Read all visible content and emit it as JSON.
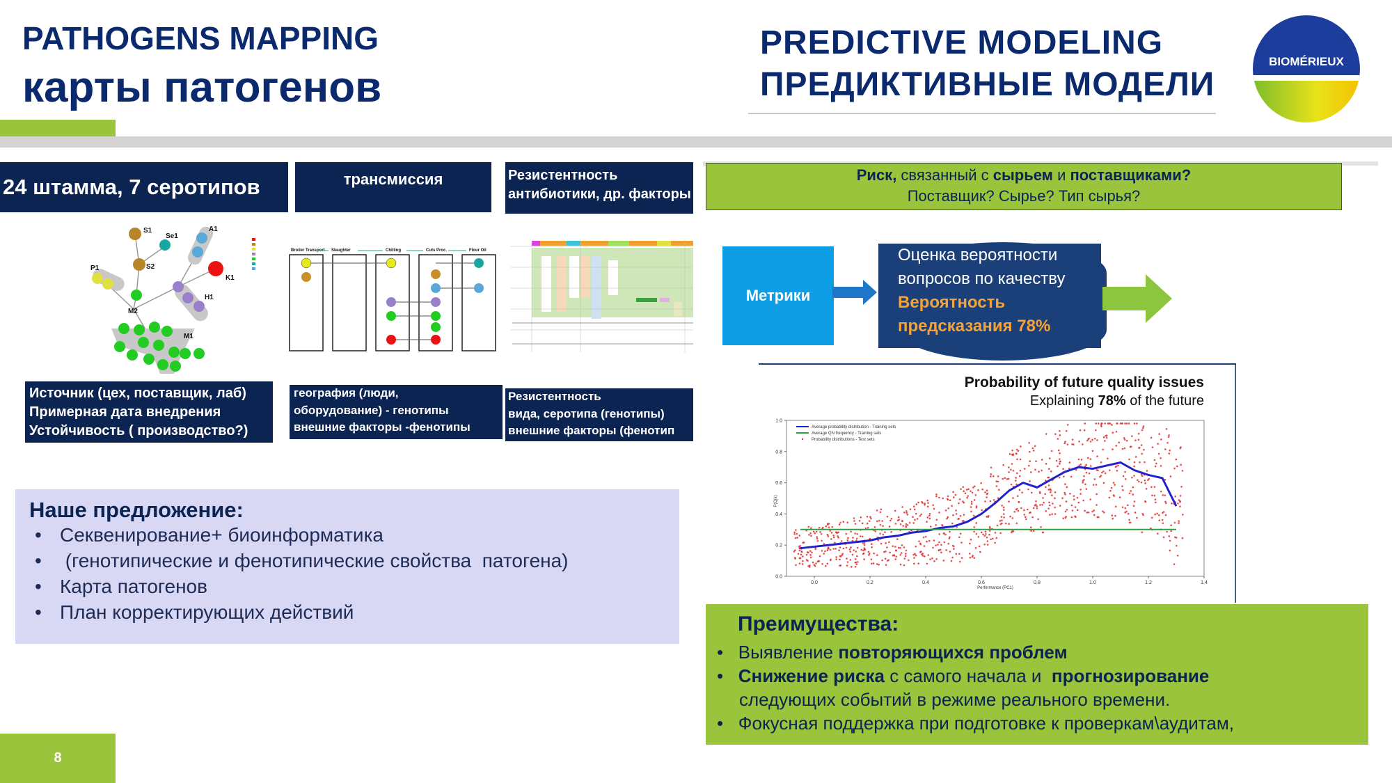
{
  "header": {
    "left_line1": "PATHOGENS MAPPING",
    "left_line2": "карты патогенов",
    "right_line1": "PREDICTIVE MODELING",
    "right_line2": "ПРЕДИКТИВНЫЕ МОДЕЛИ",
    "logo_text": "BIOMÉRIEUX"
  },
  "colors": {
    "navy": "#0b2452",
    "green": "#9ac43c",
    "blue": "#0b2a6e",
    "cyan": "#0d9ee6",
    "lavender": "#d9d8f4"
  },
  "boxes": {
    "strains": "24 штамма, 7 серотипов",
    "transmission": "трансмиссия",
    "resist_line1": "Резистентность",
    "resist_line2": "антибиотики, др. факторы"
  },
  "network_labels": {
    "s1": "S1",
    "se1": "Se1",
    "a1": "A1",
    "s2": "S2",
    "p1": "P1",
    "k1": "K1",
    "h1": "H1",
    "m2": "M2",
    "m1": "M1"
  },
  "transmission_cols": [
    "Broiler Transport",
    "Slaughter",
    "Chilling",
    "Cuts Proc.",
    "Flour Oil"
  ],
  "captions": {
    "source_line1": "Источник (цех, поставщик, лаб)",
    "source_line2": "Примерная дата внедрения",
    "source_line3": "Устойчивость ( производство?)",
    "geo_line1": "география (люди,",
    "geo_line2": "оборудование) - генотипы",
    "geo_line3": "внешние факторы -фенотипы",
    "res_line1": "Резистентность",
    "res_line2": "вида, серотипа (генотипы)",
    "res_line3": "внешние факторы (фенотип"
  },
  "risk": {
    "line1_part1": "Риск,",
    "line1_part2": " связанный с ",
    "line1_part3": "сырьем",
    "line1_part4": " и ",
    "line1_part5": "поставщиками?",
    "line2": "Поставщик?  Сырье? Тип сырья?"
  },
  "flow": {
    "metrics": "Метрики",
    "assess_line1": "Оценка вероятности",
    "assess_line2": "вопросов по качеству",
    "prob_line1": "Вероятность",
    "prob_line2": "предсказания 78%"
  },
  "chart_data": {
    "type": "scatter",
    "title": "Probability of future quality issues",
    "subtitle_part1": "Explaining ",
    "subtitle_part2": "78%",
    "subtitle_part3": " of the future",
    "xlabel": "Performance (PC1)",
    "ylabel": "P(Q|k)",
    "xlim": [
      -0.1,
      1.4
    ],
    "ylim": [
      0,
      1.0
    ],
    "xticks": [
      "0.0",
      "0.2",
      "0.4",
      "0.6",
      "0.8",
      "1.0",
      "1.2",
      "1.4"
    ],
    "yticks": [
      "0.0",
      "0.2",
      "0.4",
      "0.6",
      "0.8",
      "1.0"
    ],
    "legend": [
      "Average probability distribution - Training sets",
      "Average QN frequency - Training sets",
      "Probability distributions - Test sets"
    ],
    "series": [
      {
        "name": "Average probability distribution - Training sets",
        "color": "#2222cc",
        "x": [
          -0.05,
          0.0,
          0.05,
          0.1,
          0.15,
          0.2,
          0.25,
          0.3,
          0.35,
          0.4,
          0.45,
          0.5,
          0.55,
          0.6,
          0.65,
          0.7,
          0.75,
          0.8,
          0.85,
          0.9,
          0.95,
          1.0,
          1.05,
          1.1,
          1.15,
          1.2,
          1.25,
          1.3
        ],
        "y": [
          0.18,
          0.19,
          0.2,
          0.21,
          0.22,
          0.23,
          0.25,
          0.26,
          0.28,
          0.29,
          0.31,
          0.32,
          0.35,
          0.4,
          0.47,
          0.55,
          0.6,
          0.57,
          0.62,
          0.67,
          0.7,
          0.69,
          0.71,
          0.73,
          0.68,
          0.65,
          0.63,
          0.45
        ]
      },
      {
        "name": "Average QN frequency - Training sets",
        "color": "#2ea043",
        "x": [
          -0.05,
          1.3
        ],
        "y": [
          0.3,
          0.3
        ]
      }
    ]
  },
  "proposal": {
    "title": "Наше предложение:",
    "items": [
      "Секвенирование+ биоинформатика",
      " (генотипические и фенотипические свойства  патогена)",
      "Карта патогенов",
      "План корректирующих действий"
    ]
  },
  "advantages": {
    "title": "Преимущества:",
    "b1_part1": "Выявление ",
    "b1_part2": "повторяющихся проблем",
    "b2_part1": "Снижение риска",
    "b2_part2": " с самого начала и  ",
    "b2_part3": "прогнозирование",
    "b2_line2": "следующих событий в режиме реального времени.",
    "b3": "Фокусная поддержка при подготовке к проверкам\\аудитам,"
  },
  "page_number": "8"
}
